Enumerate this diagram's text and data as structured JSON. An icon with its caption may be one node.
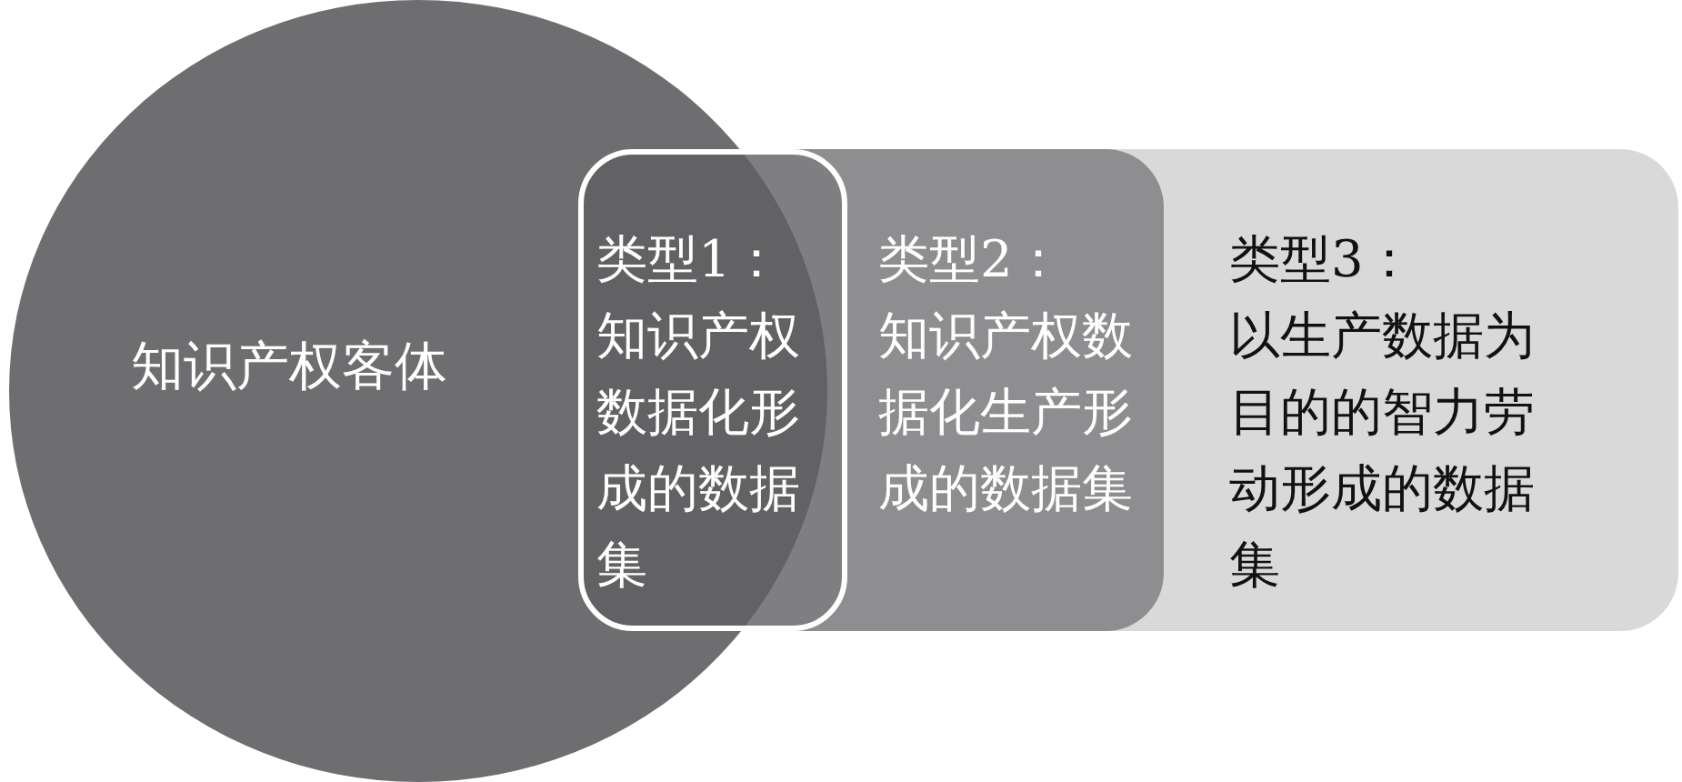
{
  "diagram": {
    "nodes": [
      {
        "text": [
          "知识产权客体"
        ]
      },
      {
        "text": [
          "类型1：",
          "知识产权数据化形成的数据集"
        ],
        "in": 2
      },
      {
        "text": [
          "类型2：",
          "知识产权数据化生产形成的数据集"
        ],
        "in": 3
      },
      {
        "text": [
          "类型3：",
          "以生产数据为目的的智力劳动形成的数据集"
        ]
      }
    ]
  }
}
